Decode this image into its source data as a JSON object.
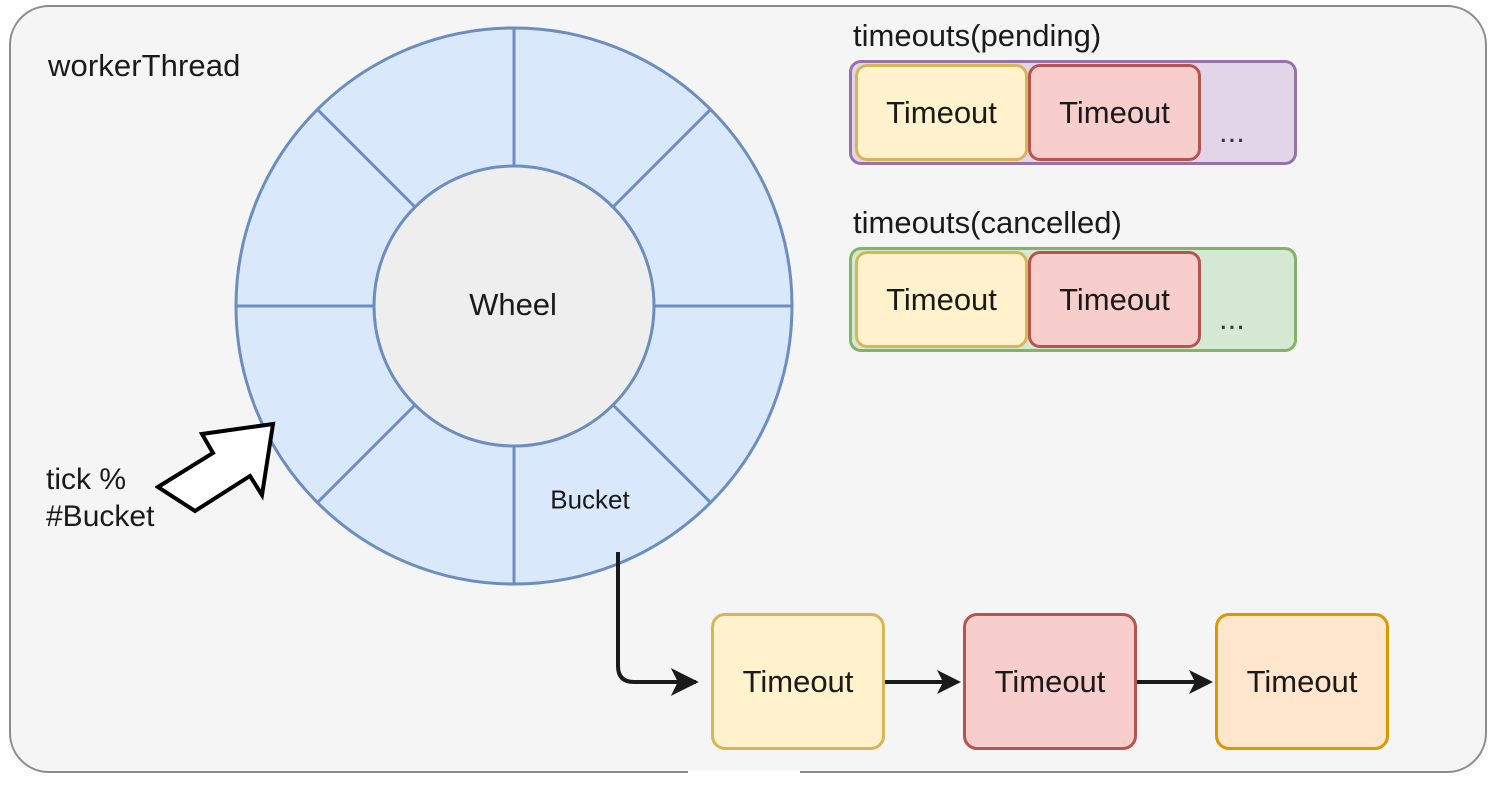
{
  "container": {
    "label": "workerThread",
    "border_color": "#8c8c8c",
    "fill_color": "#f5f5f5"
  },
  "wheel": {
    "center_label": "Wheel",
    "bucket_label": "Bucket",
    "segment_count": 8,
    "ring_fill": "#dae8fc",
    "ring_stroke": "#6c8ebf",
    "hub_fill": "#eeeeee",
    "hub_stroke": "#6c8ebf"
  },
  "tick_annotation": {
    "line1": "tick %",
    "line2": "#Bucket",
    "arrow_icon": "block-arrow-up-right-icon"
  },
  "groups": [
    {
      "title": "timeouts(pending)",
      "container_fill": "#e1d5e7",
      "container_stroke": "#9673a6",
      "items": [
        {
          "label": "Timeout",
          "fill": "#fff2cc",
          "stroke": "#d6b656"
        },
        {
          "label": "Timeout",
          "fill": "#f8cecc",
          "stroke": "#b85450"
        }
      ],
      "ellipsis": "..."
    },
    {
      "title": "timeouts(cancelled)",
      "container_fill": "#d5e8d4",
      "container_stroke": "#82b366",
      "items": [
        {
          "label": "Timeout",
          "fill": "#fff2cc",
          "stroke": "#d6b656"
        },
        {
          "label": "Timeout",
          "fill": "#f8cecc",
          "stroke": "#b85450"
        }
      ],
      "ellipsis": "..."
    }
  ],
  "chain": {
    "items": [
      {
        "label": "Timeout",
        "fill": "#fff2cc",
        "stroke": "#d6b656"
      },
      {
        "label": "Timeout",
        "fill": "#f8cecc",
        "stroke": "#b85450"
      },
      {
        "label": "Timeout",
        "fill": "#ffe6cc",
        "stroke": "#d79b00"
      }
    ],
    "connector_color": "#1a1a1a"
  }
}
